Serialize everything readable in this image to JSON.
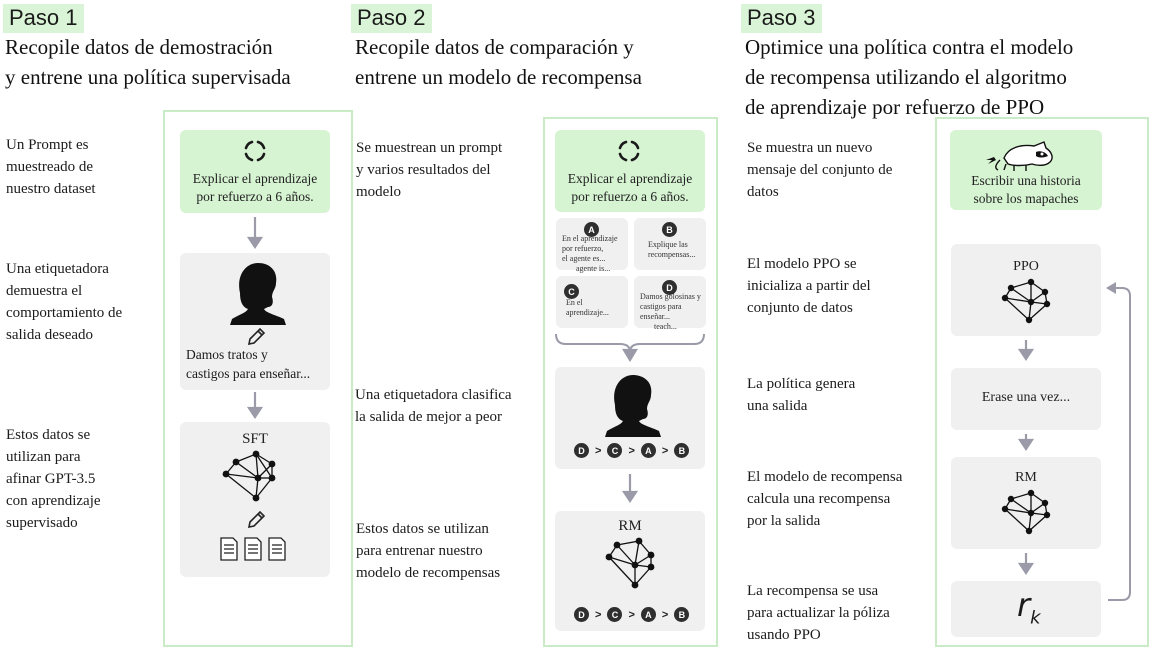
{
  "step1": {
    "tag": "Paso 1",
    "title_line1": "Recopile datos de demostración",
    "title_line2": "y entrene una política supervisada",
    "side1": [
      "Un Prompt es",
      "muestreado de",
      "nuestro  dataset"
    ],
    "side2": [
      "Una etiquetadora",
      "demuestra el",
      "comportamiento de",
      "salida deseado"
    ],
    "side3": [
      "Estos datos se",
      "utilizan para",
      "afinar GPT-3.5",
      "con aprendizaje",
      "supervisado"
    ],
    "prompt": [
      "Explicar el aprendizaje",
      "por refuerzo a 6 años."
    ],
    "demo_text": [
      "Damos tratos y",
      "castigos para enseñar..."
    ],
    "model_label": "SFT"
  },
  "step2": {
    "tag": "Paso 2",
    "title_line1": "Recopile datos de comparación y",
    "title_line2": "entrene un modelo de recompensa",
    "side1": [
      "Se muestrean un prompt",
      "y varios resultados del",
      " modelo"
    ],
    "side2": [
      "Una etiquetadora clasifica",
      "la salida de mejor a peor"
    ],
    "side3": [
      "Estos datos se utilizan",
      "para entrenar nuestro",
      "modelo de recompensas"
    ],
    "prompt": [
      "Explicar el aprendizaje",
      "por refuerzo a 6 años."
    ],
    "outputs": [
      {
        "badge": "A",
        "text": [
          "En el aprendizaje",
          "por refuerzo,",
          "el agente es...",
          "agente is..."
        ]
      },
      {
        "badge": "B",
        "text": [
          "Explique las",
          "recompensas..."
        ]
      },
      {
        "badge": "C",
        "text": [
          "En el",
          "aprendizaje..."
        ]
      },
      {
        "badge": "D",
        "text": [
          "Damos golosinas y",
          "castigos para",
          "enseñar...",
          "teach..."
        ]
      }
    ],
    "ranking": [
      "D",
      "C",
      "A",
      "B"
    ],
    "ranking_sep": ">",
    "model_label": "RM"
  },
  "step3": {
    "tag": "Paso 3",
    "title_line1": "Optimice una política contra el modelo",
    "title_line2": "de recompensa utilizando el algoritmo",
    "title_line3": "de aprendizaje por refuerzo de PPO",
    "side1": [
      "Se muestra un nuevo",
      "mensaje del conjunto de",
      "datos"
    ],
    "side2": [
      "El modelo PPO se",
      "inicializa a partir del",
      "conjunto de datos"
    ],
    "side3": [
      "La política genera",
      "una salida"
    ],
    "side4": [
      "El modelo de recompensa",
      "calcula una recompensa",
      "por la salida"
    ],
    "side5": [
      "La recompensa se usa",
      "para  actualizar la póliza",
      "usando PPO"
    ],
    "prompt": [
      "Escribir una historia",
      "sobre los mapaches"
    ],
    "ppo_label": "PPO",
    "output_text": "Erase una vez...",
    "rm_label": "RM",
    "reward_symbol": "r",
    "reward_sub": "k"
  },
  "colors": {
    "green_panel": "#d6f3d2",
    "panel_border": "#c9ebc6",
    "grey_box": "#f0f0f0",
    "arrow": "#9a9aa8"
  }
}
